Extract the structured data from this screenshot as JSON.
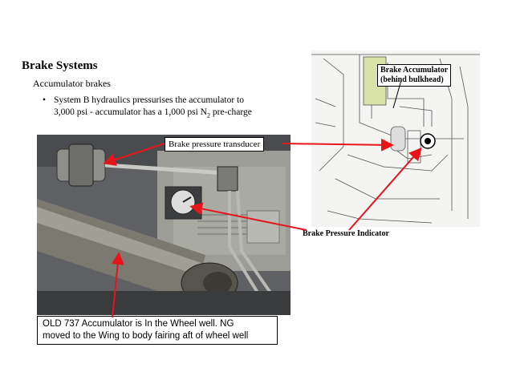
{
  "slide": {
    "title": "Brake Systems",
    "subtitle": "Accumulator brakes",
    "bullet_marker": "•",
    "bullet_line1": "System B hydraulics pressurises the accumulator to",
    "bullet_line2_pre": "3,000 psi - accumulator has a 1,000 psi N",
    "bullet_line2_sub": "2",
    "bullet_line2_post": " pre-charge"
  },
  "labels": {
    "brake_accumulator_line1": "Brake Accumulator",
    "brake_accumulator_line2": "(behind bulkhead)",
    "brake_pressure_transducer": "Brake pressure transducer",
    "brake_pressure_indicator": "Brake Pressure Indicator"
  },
  "caption": {
    "line1": "OLD 737 Accumulator is In the Wheel well. NG",
    "line2": "moved to the Wing to body fairing aft of wheel well"
  },
  "colors": {
    "arrow": "#e8141b",
    "photo_bg": "#5f6064",
    "tube": "#7c7a70"
  }
}
